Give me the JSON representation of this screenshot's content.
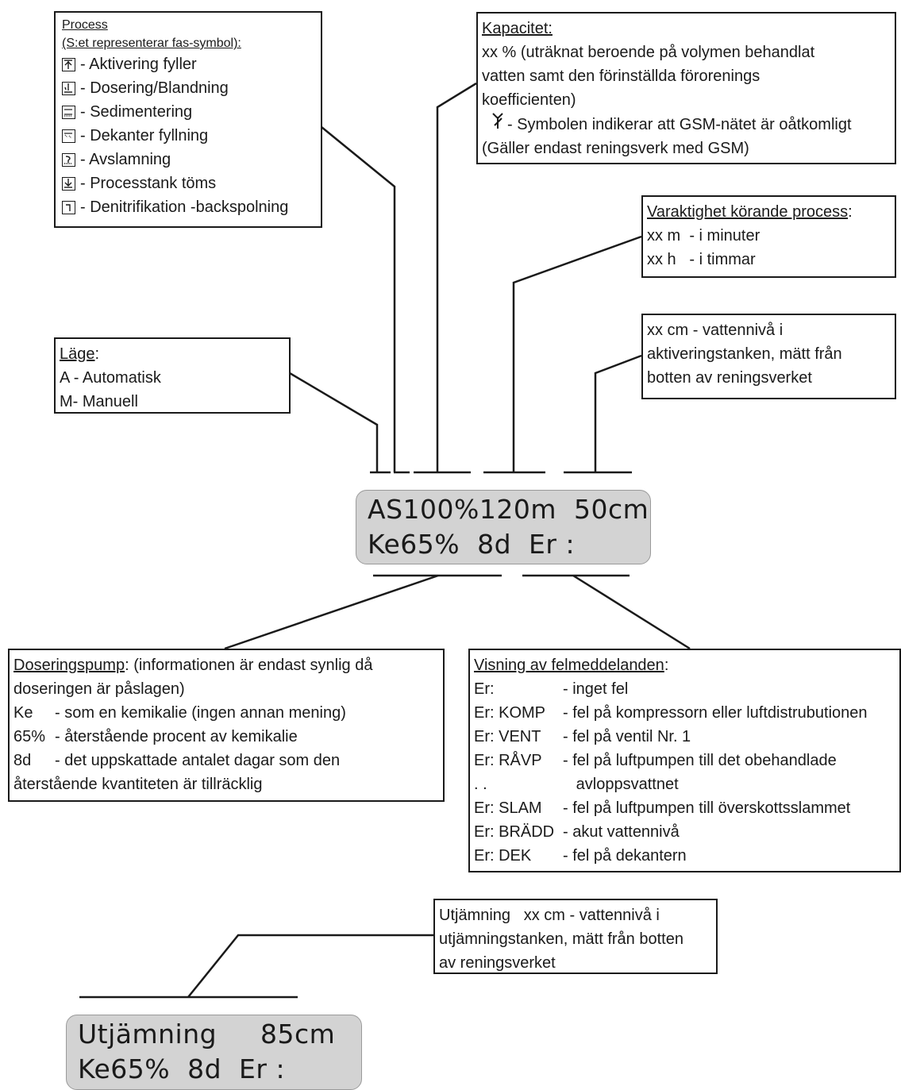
{
  "process_box": {
    "title": "Process",
    "subtitle": "(S:et representerar fas-symbol):",
    "items": [
      {
        "icon": "activation-fill-icon",
        "label": "- Aktivering fyller"
      },
      {
        "icon": "dosing-mixing-icon",
        "label": "- Dosering/Blandning"
      },
      {
        "icon": "sedimentation-icon",
        "label": "- Sedimentering"
      },
      {
        "icon": "decant-fill-icon",
        "label": "- Dekanter fyllning"
      },
      {
        "icon": "desludging-icon",
        "label": "- Avslamning"
      },
      {
        "icon": "tank-empty-icon",
        "label": "- Processtank töms"
      },
      {
        "icon": "denitrification-icon",
        "label": "- Denitrifikation -backspolning"
      }
    ]
  },
  "capacity_box": {
    "title": "Kapacitet:",
    "lines": [
      "xx % (uträknat beroende på volymen behandlat",
      "vatten samt den förinställda förorenings",
      "koefficienten)"
    ],
    "gsm_line": "- Symbolen indikerar att GSM-nätet är oåtkomligt",
    "gsm_note": "(Gäller endast reningsverk med GSM)"
  },
  "duration_box": {
    "title": "Varaktighet körande process",
    "title_suffix": ":",
    "lines": [
      "xx m  - i minuter",
      "xx h   - i timmar"
    ]
  },
  "level_box": {
    "lines": [
      "xx cm - vattennivå i",
      "aktiveringstanken, mätt från",
      "botten av reningsverket"
    ]
  },
  "mode_box": {
    "title": "Läge",
    "title_suffix": ":",
    "lines": [
      "A - Automatisk",
      "M- Manuell"
    ]
  },
  "main_display": {
    "line1": "AS100%120m  50cm",
    "line2": "Ke65%  8d  Er :"
  },
  "dosing_box": {
    "title": "Doseringspump",
    "title_rest": ": (informationen är endast synlig då",
    "line2": "doseringen är påslagen)",
    "rows": [
      {
        "key": "Ke",
        "text": "- som en kemikalie (ingen annan mening)"
      },
      {
        "key": "65%",
        "text": "- återstående procent av kemikalie"
      },
      {
        "key": "8d",
        "text": "- det uppskattade antalet dagar som den"
      }
    ],
    "last_line": "återstående kvantiteten är tillräcklig"
  },
  "errors_box": {
    "title": "Visning av felmeddelanden",
    "title_suffix": ":",
    "rows": [
      {
        "code": "Er:",
        "text": "- inget fel"
      },
      {
        "code": "Er: KOMP",
        "text": "- fel på kompressorn eller luftdistrubutionen"
      },
      {
        "code": "Er: VENT",
        "text": "- fel på ventil Nr. 1"
      },
      {
        "code": "Er: RÅVP",
        "text": "- fel på luftpumpen till det obehandlade"
      },
      {
        "code": ". .",
        "text": "   avloppsvattnet"
      },
      {
        "code": "Er: SLAM",
        "text": "- fel på luftpumpen till överskottsslammet"
      },
      {
        "code": "Er: BRÄDD",
        "text": "- akut vattennivå"
      },
      {
        "code": "Er: DEK",
        "text": "- fel på dekantern"
      }
    ]
  },
  "equalization_box": {
    "lines": [
      "Utjämning   xx cm - vattennivå i",
      "utjämningstanken, mätt från botten",
      "av reningsverket"
    ]
  },
  "equalization_display": {
    "line1": "Utjämning     85cm",
    "line2": "Ke65%  8d  Er :"
  }
}
